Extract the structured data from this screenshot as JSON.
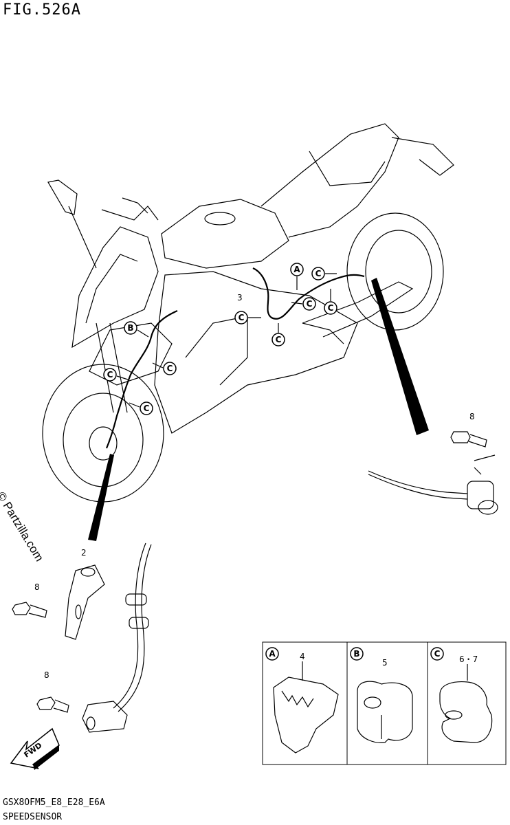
{
  "figure": {
    "title": "FIG.526A",
    "footer_model": "GSX8OFM5_E8_E28_E6A",
    "footer_name": "SPEEDSENSOR"
  },
  "watermark": "© Partzilla.com",
  "callouts": {
    "a": "A",
    "b": "B",
    "c": "C"
  },
  "part_numbers": {
    "harness": "3",
    "front_sensor": "2",
    "front_bolt_upper": "8",
    "front_bolt_lower": "8",
    "rear_bolt": "8",
    "clamp_a": "4",
    "clamp_b": "5",
    "clamp_c": "6・7"
  },
  "fwd_arrow": "FWD"
}
